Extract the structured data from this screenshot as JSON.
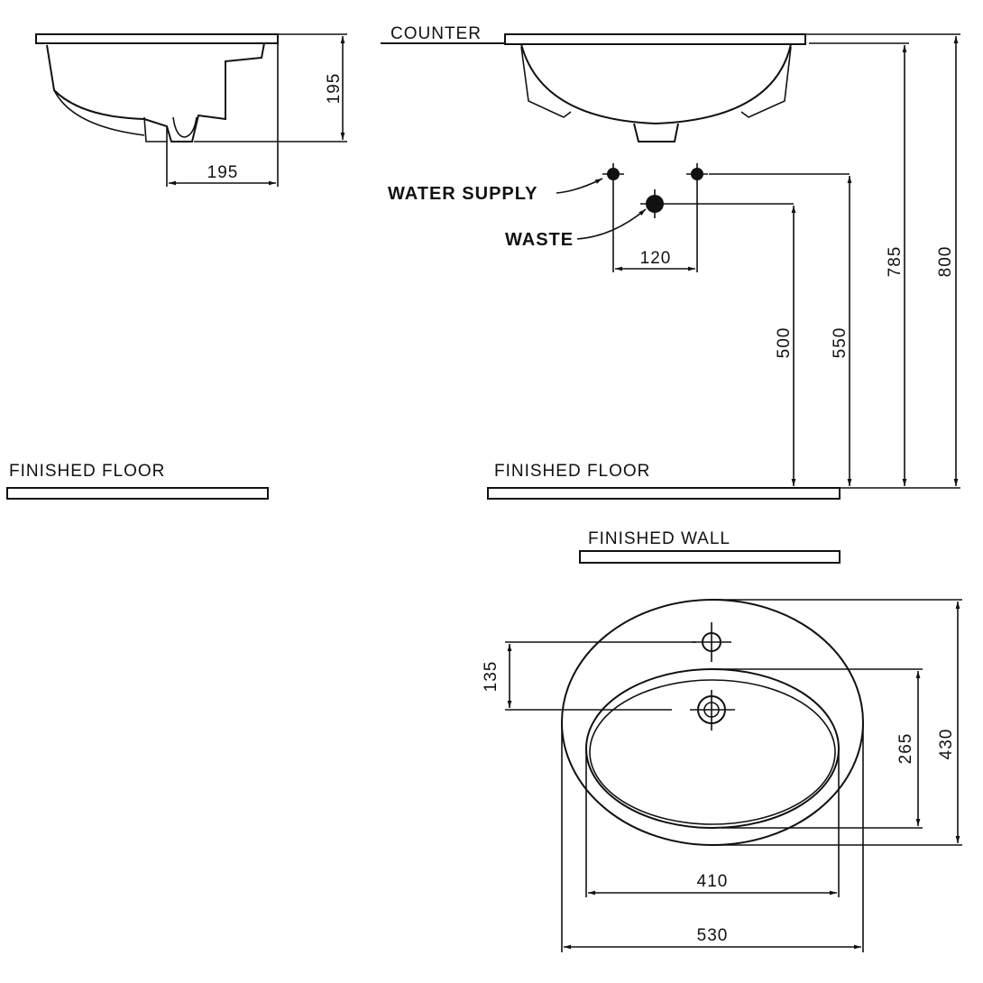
{
  "title": "Counter-top basin installation drawing",
  "labels": {
    "counter": "COUNTER",
    "finished_floor_left": "FINISHED FLOOR",
    "finished_floor_right": "FINISHED FLOOR",
    "finished_wall": "FINISHED WALL",
    "water_supply": "WATER SUPPLY",
    "waste": "WASTE"
  },
  "dimensions_mm": {
    "side_depth": "195",
    "side_drain_offset": "195",
    "supply_spacing": "120",
    "waste_height": "500",
    "supply_height": "550",
    "basin_bottom_height": "785",
    "counter_height": "800",
    "tap_to_drain": "135",
    "bowl_depth": "265",
    "overall_depth": "430",
    "bowl_width": "410",
    "overall_width": "530"
  },
  "colors": {
    "line": "#111111",
    "background": "#ffffff"
  }
}
